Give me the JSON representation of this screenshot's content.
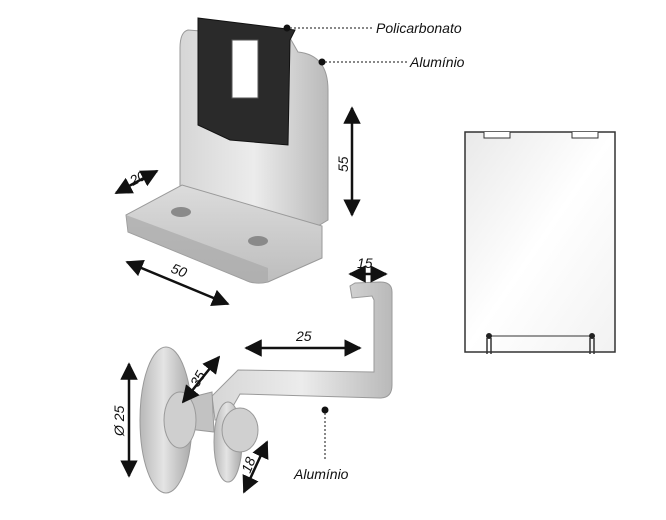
{
  "colors": {
    "metal_light": "#e6e6e6",
    "metal_mid": "#c4c4c4",
    "metal_dark": "#8f8f8f",
    "insert": "#2a2a2a",
    "line": "#111111",
    "glass_edge": "#333333"
  },
  "callouts": {
    "policarbonato": "Policarbonato",
    "aluminio_top": "Alumínio",
    "aluminio_bottom": "Alumínio"
  },
  "dimensions": {
    "width_20": "20",
    "height_55": "55",
    "length_50": "50",
    "hook_15": "15",
    "arm_25": "25",
    "depth_35": "35",
    "diameter_25": "Ø 25",
    "thickness_18": "18"
  }
}
